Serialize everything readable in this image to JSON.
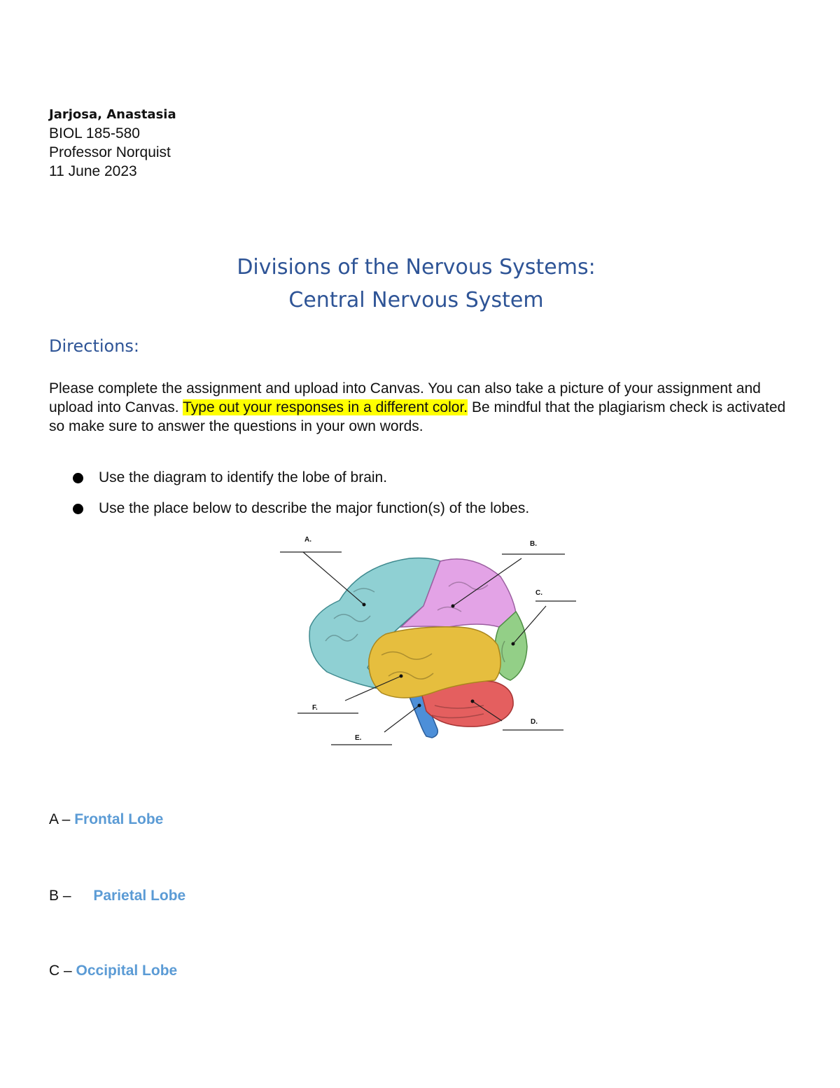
{
  "header": {
    "name": "Jarjosa, Anastasia",
    "course": "BIOL 185-580",
    "professor": "Professor Norquist",
    "date": "11 June 2023"
  },
  "title": {
    "line1": "Divisions of the Nervous Systems:",
    "line2": "Central Nervous System"
  },
  "directions": {
    "heading": "Directions:",
    "text_before": "Please complete the assignment and upload into Canvas. You can also take a picture of your assignment and upload into Canvas. ",
    "highlighted": "Type out your responses in a different color.",
    "text_after": " Be mindful that the plagiarism check is activated so make sure to answer the questions in your own words."
  },
  "bullets": [
    "Use the diagram to identify the lobe of brain.",
    "Use the place below to describe the major function(s) of the lobes."
  ],
  "diagram": {
    "labels": [
      "A.",
      "B.",
      "C.",
      "D.",
      "E.",
      "F."
    ],
    "colors": {
      "frontal": "#8fd0d3",
      "parietal": "#e3a3e6",
      "occipital": "#93cf87",
      "temporal": "#e6be3e",
      "cerebellum": "#e45f5f",
      "brainstem": "#4d8fd8"
    }
  },
  "answers": [
    {
      "prefix": "A – ",
      "value": "Frontal Lobe"
    },
    {
      "prefix": "B – ",
      "value": "Parietal Lobe"
    },
    {
      "prefix": "C – ",
      "value": "Occipital Lobe"
    }
  ]
}
